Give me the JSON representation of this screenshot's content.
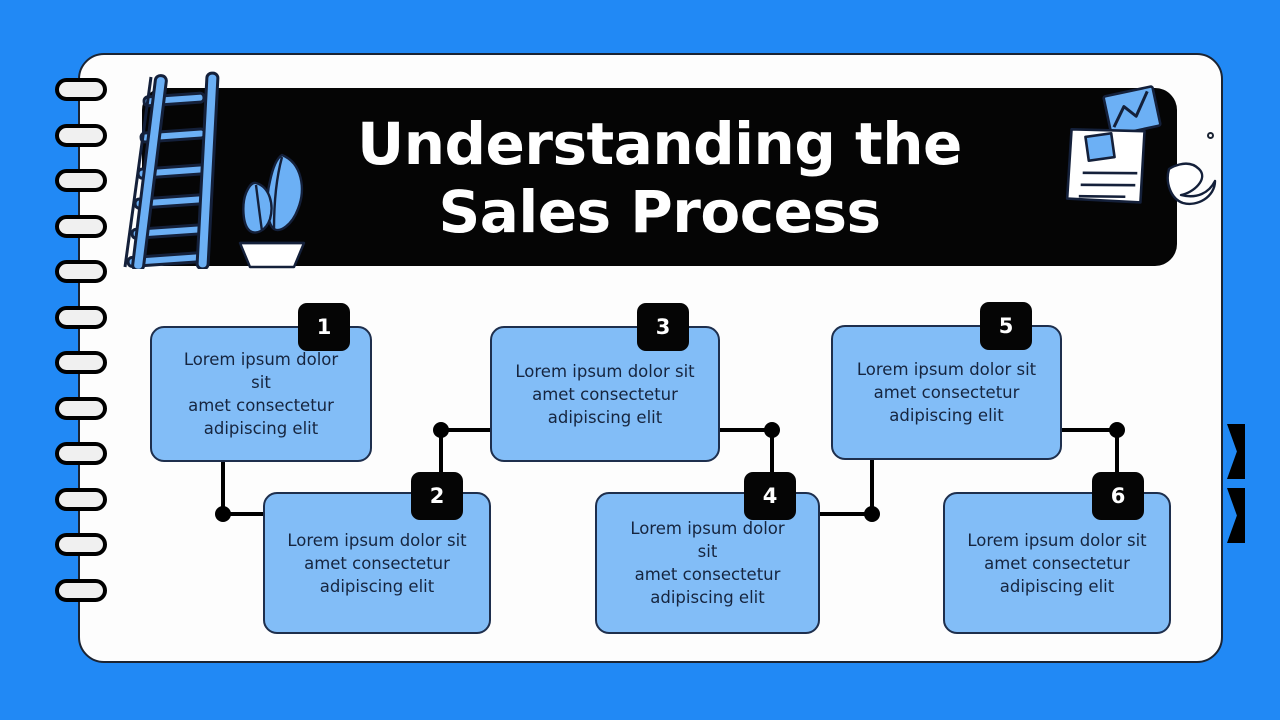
{
  "theme": {
    "background_color": "#2189F5",
    "page_color": "#FDFDFD",
    "header_color": "#050505",
    "card_color": "#82BDF7",
    "card_border_color": "#1E2F4D",
    "card_text_color": "#16253F",
    "badge_color": "#050505",
    "badge_text_color": "#FFFFFF",
    "connector_color": "#000000"
  },
  "header": {
    "title_line1": "Understanding the",
    "title_line2": "Sales Process",
    "decorations": [
      "ladder-illustration",
      "potted-plant-illustration",
      "documents-illustration",
      "page-fold-illustration",
      "small-circle-dot"
    ]
  },
  "notebook": {
    "ring_count": 12,
    "edge_ribbons": 2
  },
  "steps": [
    {
      "number": "1",
      "text": "Lorem ipsum dolor sit\namet consectetur\nadipiscing elit"
    },
    {
      "number": "2",
      "text": "Lorem ipsum dolor sit\namet consectetur\nadipiscing elit"
    },
    {
      "number": "3",
      "text": "Lorem ipsum dolor sit\namet consectetur\nadipiscing elit"
    },
    {
      "number": "4",
      "text": "Lorem ipsum dolor sit\namet consectetur\nadipiscing elit"
    },
    {
      "number": "5",
      "text": "Lorem ipsum dolor sit\namet consectetur\nadipiscing elit"
    },
    {
      "number": "6",
      "text": "Lorem ipsum dolor sit\namet consectetur\nadipiscing elit"
    }
  ]
}
